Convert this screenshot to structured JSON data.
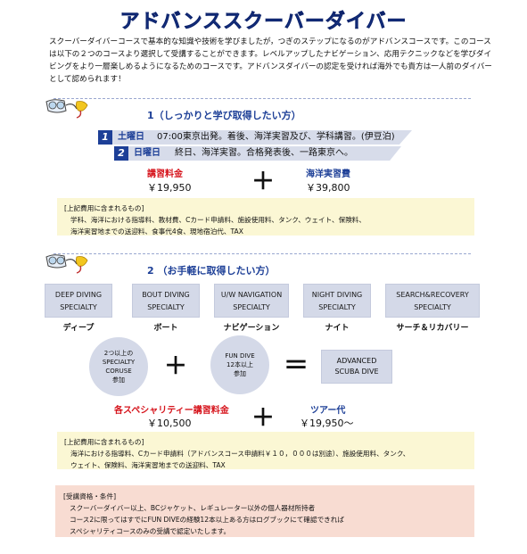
{
  "page": {
    "title": "アドバンススクーバーダイバー",
    "intro": "スクーバーダイバーコースで基本的な知識や技術を学びましたが，つぎのステップになるのがアドバンスコースです。このコースは以下の２つのコースより選択して受講することができます。レベルアップしたナビゲーション、応用テクニックなどを学びダイビングをより一層楽しめるようになるためのコースです。アドバンスダイバーの認定を受ければ海外でも貴方は一人前のダイバーとして認められます！"
  },
  "course1": {
    "title": "1（しっかりと学び取得したい方）",
    "days": [
      {
        "num": "1",
        "name": "土曜日",
        "desc": "07:00東京出発。着後、海洋実習及び、学科講習。(伊豆泊)"
      },
      {
        "num": "2",
        "name": "日曜日",
        "desc": "終日、海洋実習。合格発表後、一路東京へ。"
      }
    ],
    "fee1_label": "講習料金",
    "fee1_value": "￥19,950",
    "plus": "＋",
    "fee2_label": "海洋実習費",
    "fee2_value": "￥39,800",
    "note_title": "[上記費用に含まれるもの]",
    "note_lines": [
      "学科、海洋における指導料、教材費、Cカード申請料、施設使用料、タンク、ウェイト、保険料、",
      "海洋実習地までの送迎料、食事代4食、現地宿泊代、TAX"
    ]
  },
  "course2": {
    "title": "2 （お手軽に取得したい方）",
    "specialties": [
      {
        "line1": "DEEP DIVING",
        "line2": "SPECIALTY",
        "sub": "ディープ"
      },
      {
        "line1": "BOUT DIVING",
        "line2": "SPECIALTY",
        "sub": "ボート"
      },
      {
        "line1": "U/W NAVIGATION",
        "line2": "SPECIALTY",
        "sub": "ナビゲーション"
      },
      {
        "line1": "NIGHT DIVING",
        "line2": "SPECIALTY",
        "sub": "ナイト"
      },
      {
        "line1": "SEARCH&RECOVERY",
        "line2": "SPECIALTY",
        "sub": "サーチ＆リカバリー"
      }
    ],
    "circle1": [
      "2つ以上の",
      "SPECIALTY",
      "CORUSE",
      "参加"
    ],
    "circle2": [
      "FUN DIVE",
      "12本以上",
      "参加"
    ],
    "plus": "＋",
    "equals": "＝",
    "result": [
      "ADVANCED",
      "SCUBA DIVE"
    ],
    "fee1_label": "各スペシャリティー講習料金",
    "fee1_value": "￥10,500",
    "fee2_label": "ツアー代",
    "fee2_value": "￥19,950～",
    "note_title": "[上記費用に含まれるもの]",
    "note_lines": [
      "海洋における指導料、Cカード申請料（アドバンスコース申請料￥１０，０００は別途）、施設使用料、タンク、",
      "ウェイト、保険料、海洋実習地までの送迎料、TAX"
    ]
  },
  "requirements": {
    "title": "[受講資格・条件]",
    "lines": [
      "スクーバーダイバー以上、BCジャケット、レギュレーター以外の個人器材所持者",
      "コース2に限ってはすでにFUN DIVEの経験12本以上ある方はログブックにて確認できれば",
      "スペシャリティコースのみの受講で認定いたします。"
    ]
  },
  "colors": {
    "title_blue": "#1d3f97",
    "fee_red": "#d6141c",
    "fee_blue": "#1d3f97",
    "box_blue": "#d4d9e8",
    "note_yellow": "#fbf7d4",
    "req_pink": "#f8dcd2"
  }
}
